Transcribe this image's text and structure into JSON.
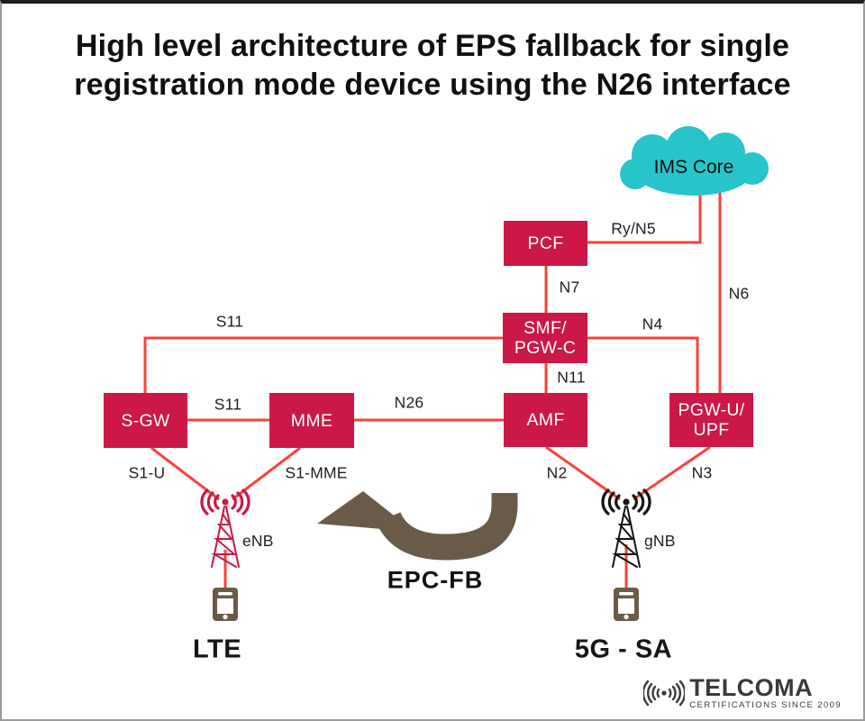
{
  "title": {
    "line1": "High level architecture of EPS fallback for single",
    "line2": "registration mode device using the N26 interface",
    "full": "High level architecture of EPS fallback for single registration mode device using the N26 interface"
  },
  "colors": {
    "node_fill": "#cb1847",
    "link_line": "#f9423b",
    "cloud_fill": "#27c5c9",
    "arrow_brown": "#6a5b48",
    "logo_gray": "#3b3838"
  },
  "cloud": {
    "label": "IMS Core"
  },
  "nodes": [
    {
      "id": "pcf",
      "label": "PCF"
    },
    {
      "id": "smf-pgwc",
      "label": "SMF/",
      "label2": "PGW-C"
    },
    {
      "id": "amf",
      "label": "AMF"
    },
    {
      "id": "pgwu-upf",
      "label": "PGW-U/",
      "label2": "UPF"
    },
    {
      "id": "sgw",
      "label": "S-GW"
    },
    {
      "id": "mme",
      "label": "MME"
    }
  ],
  "links": [
    {
      "id": "s11-long",
      "label": "S11"
    },
    {
      "id": "s11",
      "label": "S11"
    },
    {
      "id": "n26",
      "label": "N26"
    },
    {
      "id": "ry-n5",
      "label": "Ry/N5"
    },
    {
      "id": "n7",
      "label": "N7"
    },
    {
      "id": "n6",
      "label": "N6"
    },
    {
      "id": "n4",
      "label": "N4"
    },
    {
      "id": "n11",
      "label": "N11"
    },
    {
      "id": "s1-u",
      "label": "S1-U"
    },
    {
      "id": "s1-mme",
      "label": "S1-MME"
    },
    {
      "id": "n2",
      "label": "N2"
    },
    {
      "id": "n3",
      "label": "N3"
    }
  ],
  "towers": [
    {
      "id": "enb",
      "label": "eNB"
    },
    {
      "id": "gnb",
      "label": "gNB"
    }
  ],
  "devices": [
    {
      "id": "lte",
      "label": "LTE"
    },
    {
      "id": "5g-sa",
      "label": "5G - SA"
    }
  ],
  "fallback_arrow": {
    "label": "EPC-FB"
  },
  "logo": {
    "brand": "TELCOMA",
    "tagline": "CERTIFICATIONS SINCE 2009"
  }
}
